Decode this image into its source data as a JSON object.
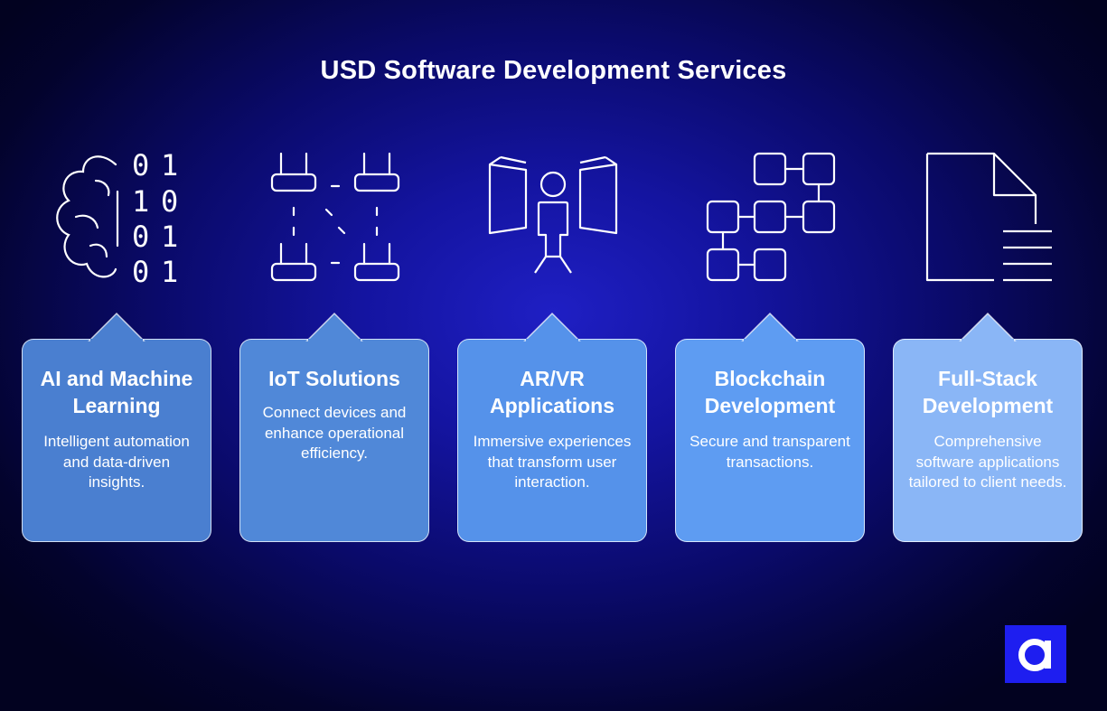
{
  "title": "USD Software Development Services",
  "services": [
    {
      "icon": "ai-brain-binary-icon",
      "title": "AI and Machine Learning",
      "description": "Intelligent automation and data-driven insights.",
      "color": "#4a7fd0"
    },
    {
      "icon": "iot-connected-devices-icon",
      "title": "IoT Solutions",
      "description": "Connect devices and enhance operational efficiency.",
      "color": "#5088d8"
    },
    {
      "icon": "ar-vr-person-panels-icon",
      "title": "AR/VR Applications",
      "description": "Immersive experiences that transform user interaction.",
      "color": "#5592ea"
    },
    {
      "icon": "blockchain-blocks-icon",
      "title": "Blockchain Development",
      "description": "Secure and transparent transactions.",
      "color": "#5e9cf2"
    },
    {
      "icon": "document-lines-icon",
      "title": "Full-Stack Development",
      "description": "Comprehensive software applications tailored to client needs.",
      "color": "#8ab6f6"
    }
  ],
  "logo": {
    "icon": "brand-a-logo-icon",
    "color": "#1e1ef0"
  }
}
